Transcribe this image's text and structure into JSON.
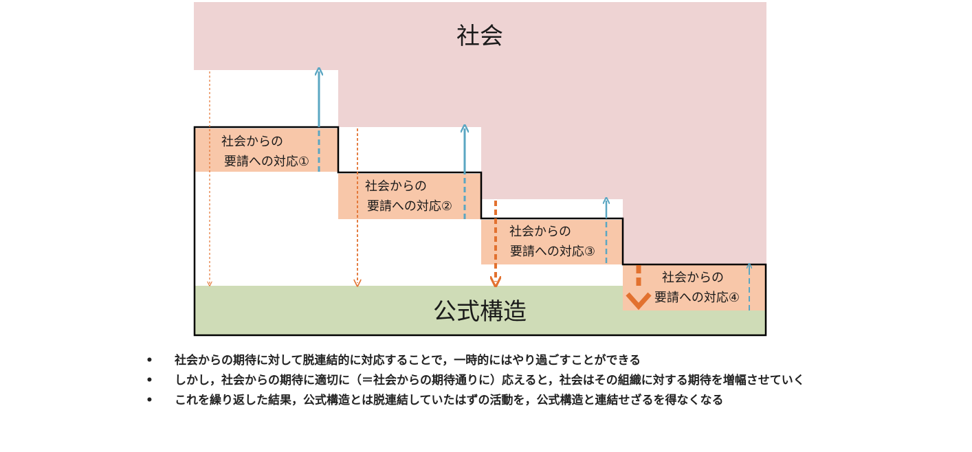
{
  "diagram": {
    "society_label": "社会",
    "formal_structure_label": "公式構造",
    "steps": [
      {
        "line1": "社会からの",
        "line2": "要請への対応①"
      },
      {
        "line1": "社会からの",
        "line2": "要請への対応②"
      },
      {
        "line1": "社会からの",
        "line2": "要請への対応③"
      },
      {
        "line1": "社会からの",
        "line2": "要請への対応④"
      }
    ],
    "colors": {
      "society": "#eed3d3",
      "formal_structure": "#cfdcb7",
      "step_box": "#f8c7a9",
      "up_arrow": "#5aa6c2",
      "down_arrow": "#e2712f",
      "outline": "#000000"
    }
  },
  "bullets": [
    "社会からの期待に対して脱連結的に対応することで，一時的にはやり過ごすことができる",
    "しかし，社会からの期待に適切に（＝社会からの期待通りに）応えると，社会はその組織に対する期待を増幅させていく",
    "これを繰り返した結果，公式構造とは脱連結していたはずの活動を，公式構造と連結せざるを得なくなる"
  ]
}
